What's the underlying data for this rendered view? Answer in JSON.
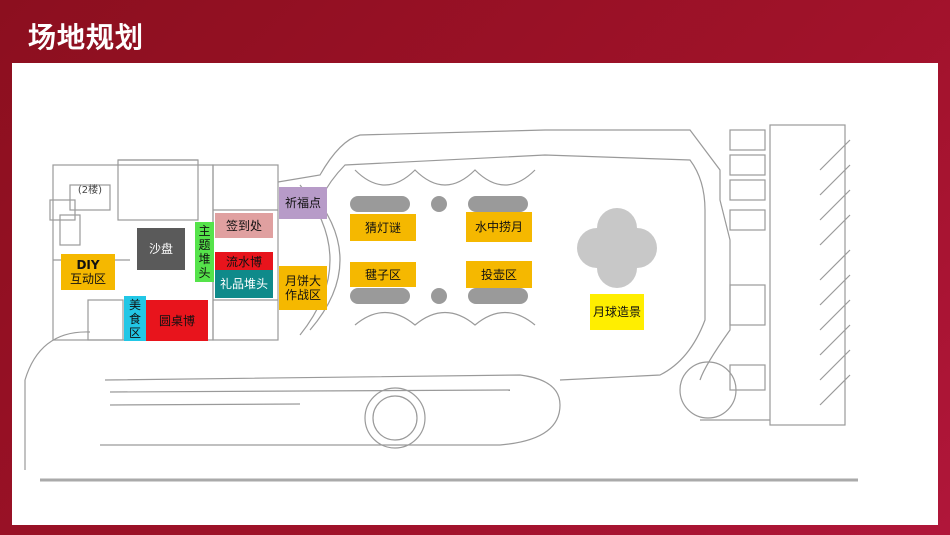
{
  "page": {
    "title": "场地规划"
  },
  "plan": {
    "floor_note": "(2楼)"
  },
  "zones": {
    "diy": {
      "line1": "DIY",
      "line2": "互动区",
      "color": "#f5b800"
    },
    "shapan": {
      "label": "沙盘",
      "color": "#5a5a5a"
    },
    "zhuti": {
      "label": "主题堆头",
      "color": "#55e34a"
    },
    "qiandao": {
      "label": "签到处",
      "color": "#e0a0a0"
    },
    "liushui": {
      "label": "流水博",
      "color": "#e8141c"
    },
    "lipin": {
      "label": "礼品堆头",
      "color": "#0f8a8a"
    },
    "meishi": {
      "label": "美食区",
      "color": "#22c7e6"
    },
    "yuanzhuo": {
      "label": "圆桌博",
      "color": "#e8141c"
    },
    "qifu": {
      "label": "祈福点",
      "color": "#b79bc8"
    },
    "yuebing": {
      "label": "月饼大作战区",
      "color": "#f5b800"
    },
    "caidengmi": {
      "label": "猜灯谜",
      "color": "#f5b800"
    },
    "shuizhong": {
      "label": "水中捞月",
      "color": "#f5b800"
    },
    "jianzi": {
      "label": "毽子区",
      "color": "#f5b800"
    },
    "touhu": {
      "label": "投壶区",
      "color": "#f5b800"
    },
    "yueqiu": {
      "label": "月球造景",
      "color": "#ffee00"
    }
  }
}
